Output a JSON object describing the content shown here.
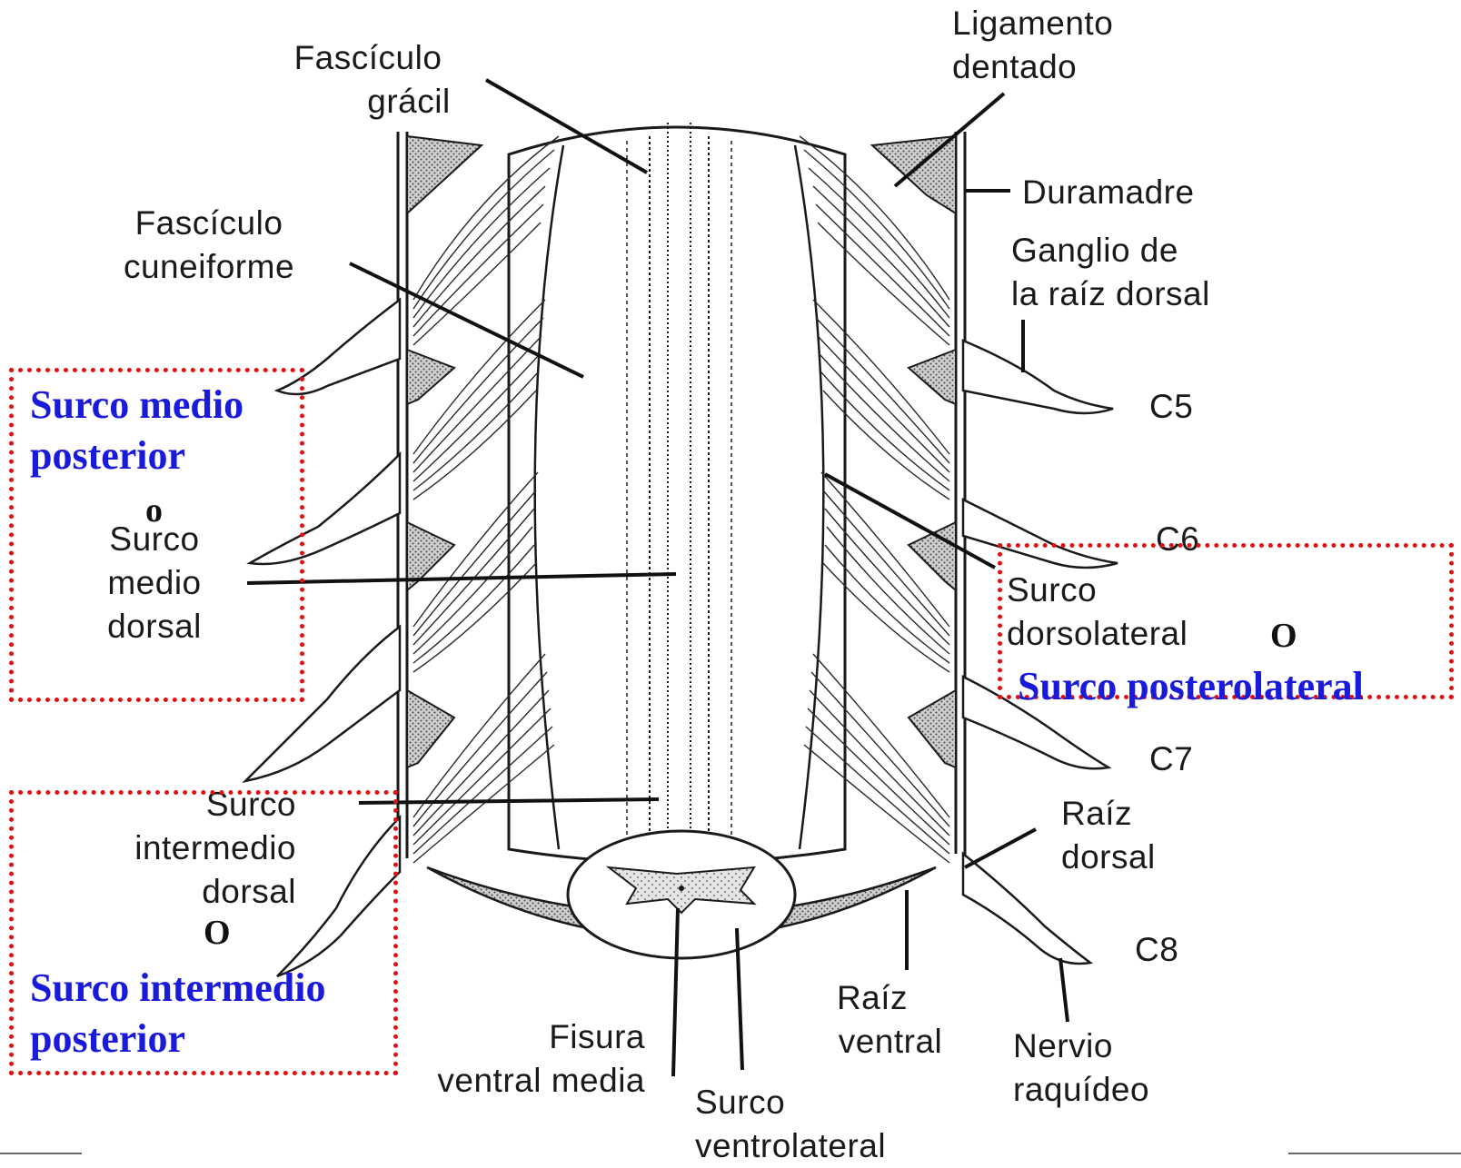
{
  "labels": {
    "fasciculo_gracil": [
      "Fascículo",
      "grácil"
    ],
    "fasciculo_cuneiforme": [
      "Fascículo",
      "cuneiforme"
    ],
    "ligamento_dentado": [
      "Ligamento",
      "dentado"
    ],
    "duramadre": "Duramadre",
    "ganglio": [
      "Ganglio de",
      "la raíz dorsal"
    ],
    "c5": "C5",
    "c6": "C6",
    "c7": "C7",
    "c8": "C8",
    "surco_medio_dorsal": [
      "Surco",
      "medio",
      "dorsal"
    ],
    "surco_dorsolateral": [
      "Surco",
      "dorsolateral"
    ],
    "surco_intermedio_dorsal": [
      "Surco",
      "intermedio",
      "dorsal"
    ],
    "raiz_dorsal": [
      "Raíz",
      "dorsal"
    ],
    "raiz_ventral": [
      "Raíz",
      "ventral"
    ],
    "fisura": [
      "Fisura",
      "ventral media"
    ],
    "surco_ventrolateral": [
      "Surco",
      "ventrolateral"
    ],
    "nervio": [
      "Nervio",
      "raquídeo"
    ]
  },
  "annotations": {
    "box_medio": [
      "Surco medio",
      "posterior"
    ],
    "box_medio_o": "o",
    "box_posterolateral": "Surco posterolateral",
    "box_posterolateral_o": "O",
    "box_intermedio": [
      "Surco intermedio",
      "posterior"
    ],
    "box_intermedio_o": "O"
  },
  "colors": {
    "annotation_text": "#1a1adb",
    "annotation_box": "#e01010",
    "line_art": "#1a1a1a"
  }
}
